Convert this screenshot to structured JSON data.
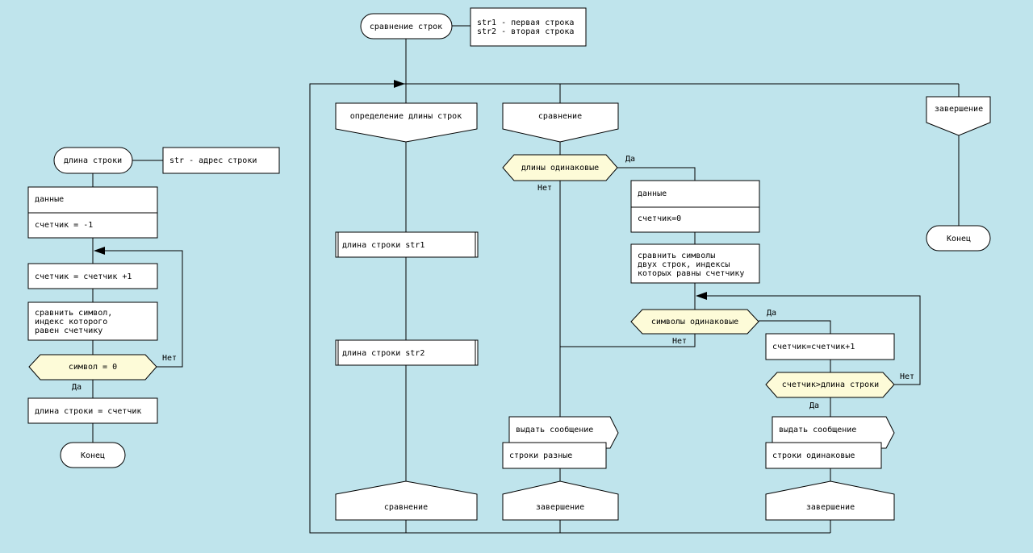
{
  "colors": {
    "background": "#bfe4ec",
    "block_fill": "#ffffff",
    "condition_fill": "#fdfbd8",
    "stroke": "#000000"
  },
  "left": {
    "title": "длина строки",
    "comment": "str - адрес строки",
    "data_header": "данные",
    "data_line": "счетчик = -1",
    "increment": "счетчик = счетчик +1",
    "compare": [
      "сравнить символ,",
      "индекс которого",
      "равен счетчику"
    ],
    "condition": "символ = 0",
    "no_label": "Нет",
    "yes_label": "Да",
    "assign": "длина строки = счетчик",
    "end": "Конец"
  },
  "main": {
    "title": "сравнение строк",
    "comment": [
      "str1 - первая строка",
      "str2 - вторая строка"
    ],
    "branch1_header": "определение длины строк",
    "call1": "длина строки str1",
    "call2": "длина строки str2",
    "branch1_footer": "сравнение",
    "branch2_header": "сравнение",
    "cond_lengths": "длины одинаковые",
    "yes": "Да",
    "no": "Нет",
    "data_header": "данные",
    "data_line": "счетчик=0",
    "compare_chars": [
      "сравнить символы",
      "двух строк, индексы",
      "которых равны счетчику"
    ],
    "cond_symbols": "символы одинаковые",
    "increment": "счетчик=счетчик+1",
    "cond_counter": "счетчик>длина строки",
    "output_label_1": "выдать сообщение",
    "output_text_1": "строки разные",
    "output_label_2": "выдать сообщение",
    "output_text_2": "строки одинаковые",
    "footer_finish_1": "завершение",
    "footer_finish_2": "завершение",
    "branch3_header": "завершение",
    "end": "Конец"
  }
}
